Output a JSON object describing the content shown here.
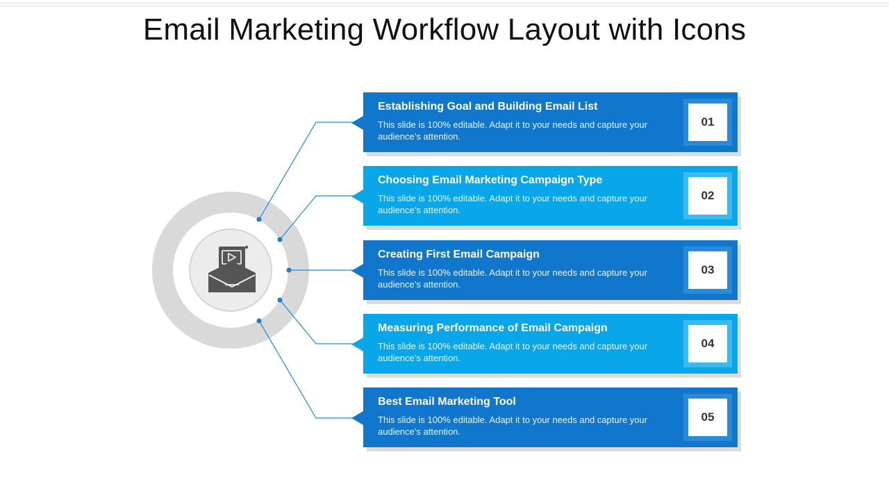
{
  "title": "Email Marketing Workflow Layout with Icons",
  "colors": {
    "dark_blue": "#1177cc",
    "light_blue": "#0aa6ea",
    "dark_blue_box": "#2a8ad8",
    "light_blue_box": "#3bbaf0",
    "ring": "#d9d9d9",
    "inner_circle": "#ececec",
    "connector": "#1a8ad8",
    "icon": "#555555"
  },
  "center_icon": "email-newsletter-icon",
  "steps": [
    {
      "number": "01",
      "heading": "Establishing Goal and Building Email List",
      "description": "This slide is 100% editable. Adapt it to your needs and capture your audience’s attention.",
      "tone": "dark"
    },
    {
      "number": "02",
      "heading": "Choosing Email Marketing Campaign Type",
      "description": "This slide is 100% editable. Adapt it to your needs and capture your audience’s attention.",
      "tone": "light"
    },
    {
      "number": "03",
      "heading": "Creating First Email Campaign",
      "description": "This slide is 100% editable. Adapt it to your needs and capture your audience’s attention.",
      "tone": "dark"
    },
    {
      "number": "04",
      "heading": "Measuring Performance of Email Campaign",
      "description": "This slide is 100% editable. Adapt it to your needs and capture your audience’s attention.",
      "tone": "light"
    },
    {
      "number": "05",
      "heading": "Best Email Marketing Tool",
      "description": "This slide is 100% editable. Adapt it to your needs and capture your audience’s attention.",
      "tone": "dark"
    }
  ]
}
